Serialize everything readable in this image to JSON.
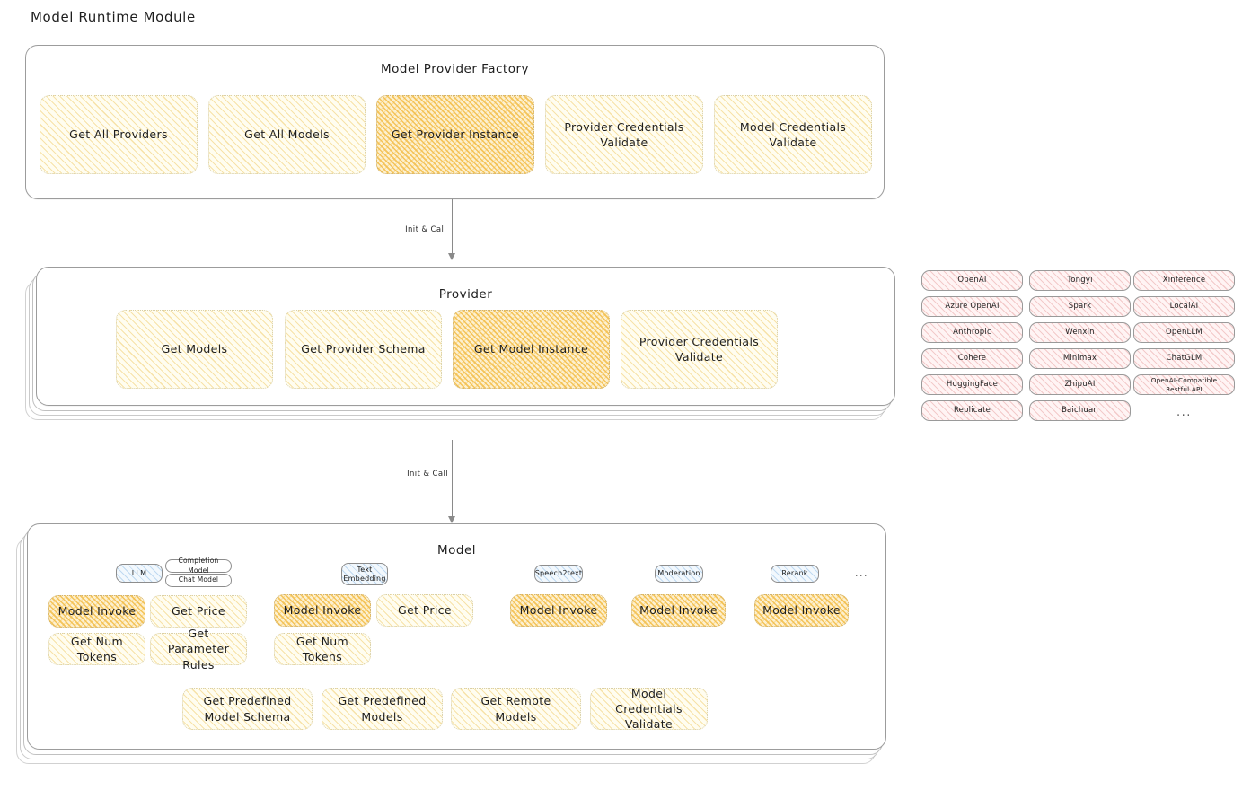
{
  "page": {
    "title": "Model Runtime Module"
  },
  "factory": {
    "title": "Model Provider Factory",
    "nodes": [
      {
        "label": "Get All Providers",
        "highlighted": false
      },
      {
        "label": "Get All Models",
        "highlighted": false
      },
      {
        "label": "Get Provider Instance",
        "highlighted": true
      },
      {
        "label": "Provider Credentials Validate",
        "highlighted": false
      },
      {
        "label": "Model Credentials Validate",
        "highlighted": false
      }
    ]
  },
  "arrow_factory_to_provider": {
    "label": "Init & Call"
  },
  "provider": {
    "title": "Provider",
    "nodes": [
      {
        "label": "Get Models",
        "highlighted": false
      },
      {
        "label": "Get Provider Schema",
        "highlighted": false
      },
      {
        "label": "Get Model Instance",
        "highlighted": true
      },
      {
        "label": "Provider Credentials Validate",
        "highlighted": false
      }
    ]
  },
  "arrow_provider_to_model": {
    "label": "Init & Call"
  },
  "provider_list": {
    "columns": [
      [
        "OpenAI",
        "Azure OpenAI",
        "Anthropic",
        "Cohere",
        "HuggingFace",
        "Replicate"
      ],
      [
        "Tongyi",
        "Spark",
        "Wenxin",
        "Minimax",
        "ZhipuAI",
        "Baichuan"
      ],
      [
        "Xinference",
        "LocalAI",
        "OpenLLM",
        "ChatGLM",
        "OpenAI-Compatible Restful API"
      ]
    ],
    "more": "..."
  },
  "model": {
    "title": "Model",
    "more": "...",
    "types": [
      {
        "badge": "LLM",
        "sub_badges": [
          "Completion Model",
          "Chat Model"
        ],
        "methods": [
          {
            "label": "Model Invoke",
            "highlighted": true
          },
          {
            "label": "Get Price",
            "highlighted": false
          },
          {
            "label": "Get Num Tokens",
            "highlighted": false
          },
          {
            "label": "Get Parameter Rules",
            "highlighted": false
          }
        ]
      },
      {
        "badge": "Text Embedding",
        "sub_badges": [],
        "methods": [
          {
            "label": "Model Invoke",
            "highlighted": true
          },
          {
            "label": "Get Price",
            "highlighted": false
          },
          {
            "label": "Get Num Tokens",
            "highlighted": false
          }
        ]
      },
      {
        "badge": "Speech2text",
        "sub_badges": [],
        "methods": [
          {
            "label": "Model Invoke",
            "highlighted": true
          }
        ]
      },
      {
        "badge": "Moderation",
        "sub_badges": [],
        "methods": [
          {
            "label": "Model Invoke",
            "highlighted": true
          }
        ]
      },
      {
        "badge": "Rerank",
        "sub_badges": [],
        "methods": [
          {
            "label": "Model Invoke",
            "highlighted": true
          }
        ]
      }
    ],
    "common_methods": [
      "Get Predefined Model Schema",
      "Get Predefined Models",
      "Get Remote Models",
      "Model Credentials Validate"
    ]
  },
  "colors": {
    "highlight_fill": "#fdf0cf",
    "node_fill": "#fffdf0",
    "provider_fill": "#fff4f4",
    "badge_fill": "#f2f8fd",
    "stroke": "#9c9c9c",
    "text": "#1e1e1e"
  }
}
